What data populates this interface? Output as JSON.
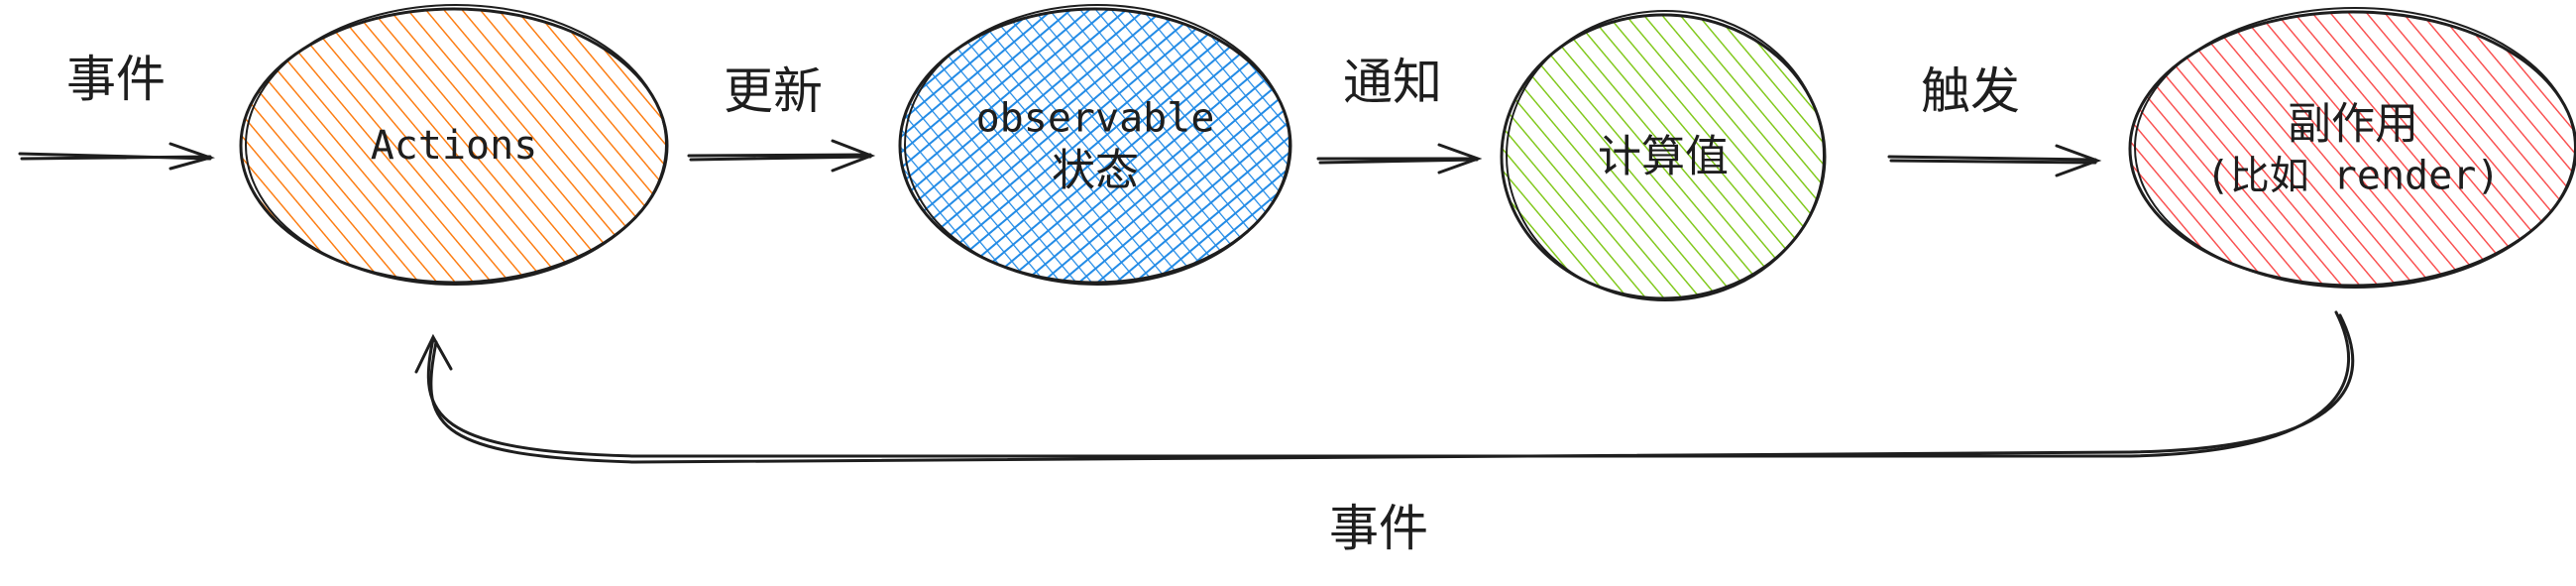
{
  "nodes": [
    {
      "label": "Actions",
      "color": "#fd7e14"
    },
    {
      "label": "observable",
      "label2": "状态",
      "color": "#228be6"
    },
    {
      "label": "计算值",
      "color": "#82c91e"
    },
    {
      "label": "副作用",
      "label2": "(比如 render)",
      "color": "#fa5252"
    }
  ],
  "edges": [
    {
      "label": "事件"
    },
    {
      "label": "更新"
    },
    {
      "label": "通知"
    },
    {
      "label": "触发"
    },
    {
      "label": "事件"
    }
  ]
}
